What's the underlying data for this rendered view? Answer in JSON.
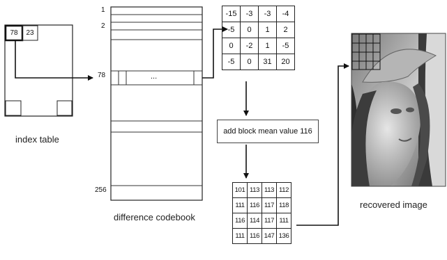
{
  "index_table": {
    "cell_values": [
      "78",
      "23"
    ],
    "caption": "index table"
  },
  "codebook": {
    "row_labels": [
      "1",
      "2",
      "78",
      "256"
    ],
    "ellipsis": "...",
    "caption": "difference codebook"
  },
  "difference_block": {
    "rows": [
      [
        "-15",
        "-3",
        "-3",
        "-4"
      ],
      [
        "-5",
        "0",
        "1",
        "2"
      ],
      [
        "0",
        "-2",
        "1",
        "-5"
      ],
      [
        "-5",
        "0",
        "31",
        "20"
      ]
    ]
  },
  "step": {
    "label": "add block mean value 116"
  },
  "recovered_block": {
    "rows": [
      [
        "101",
        "113",
        "113",
        "112"
      ],
      [
        "111",
        "116",
        "117",
        "118"
      ],
      [
        "116",
        "114",
        "117",
        "111"
      ],
      [
        "111",
        "116",
        "147",
        "136"
      ]
    ]
  },
  "recovered": {
    "caption": "recovered image"
  }
}
